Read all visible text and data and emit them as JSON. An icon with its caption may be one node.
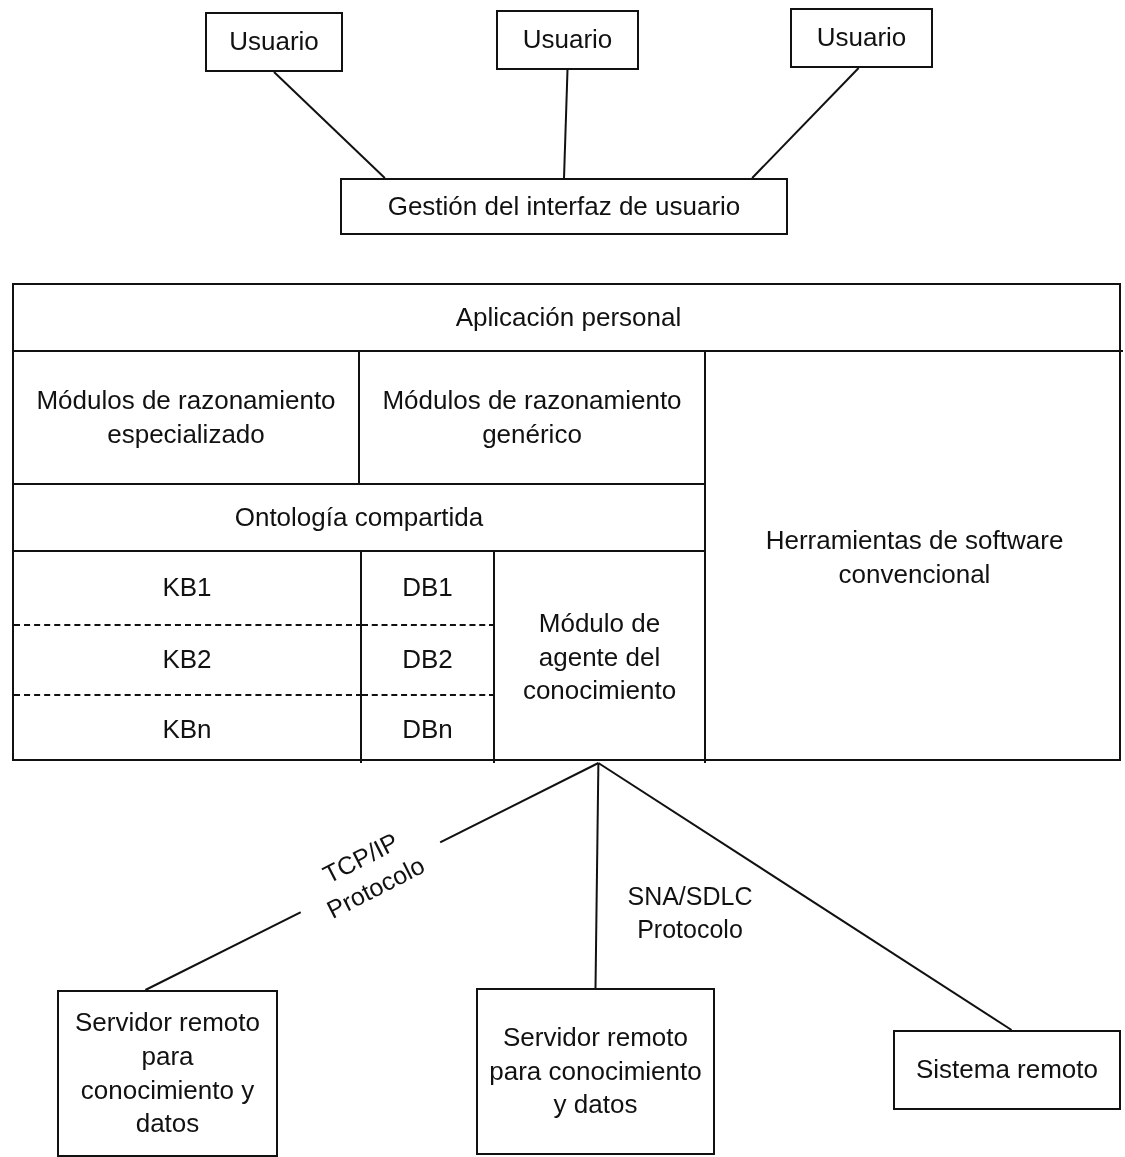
{
  "diagram": {
    "nodes": [
      {
        "text": [
          "Usuario"
        ]
      },
      {
        "text": [
          "Usuario"
        ]
      },
      {
        "text": [
          "Usuario"
        ]
      },
      {
        "text": [
          "Gestión del interfaz de usuario"
        ]
      },
      {
        "text": [],
        "shape": "box"
      },
      {
        "text": [
          "Aplicación personal"
        ],
        "in": 4
      },
      {
        "text": [
          "Módulos de razonamiento especializado"
        ],
        "in": 4
      },
      {
        "text": [
          "Módulos de razonamiento genérico"
        ],
        "in": 4
      },
      {
        "text": [
          "Herramientas de software convencional"
        ],
        "in": 4
      },
      {
        "text": [
          "Ontología compartida"
        ],
        "in": 4
      },
      {
        "text": [
          "KB1"
        ],
        "in": 4
      },
      {
        "text": [
          "DB1"
        ],
        "in": 4
      },
      {
        "text": [
          "Módulo de agente del conocimiento"
        ],
        "in": 4
      },
      {
        "text": [
          "KB2"
        ],
        "in": 4
      },
      {
        "text": [
          "DB2"
        ],
        "in": 4
      },
      {
        "text": [
          "KBn"
        ],
        "in": 4
      },
      {
        "text": [
          "DBn"
        ],
        "in": 4
      },
      {
        "text": [
          "Servidor remoto para conocimiento y datos"
        ]
      },
      {
        "text": [
          "Servidor remoto para conocimiento y datos"
        ]
      },
      {
        "text": [
          "Sistema remoto"
        ]
      }
    ],
    "edges": [
      {
        "from": 0,
        "to": 3,
        "arrow": "none"
      },
      {
        "from": 1,
        "to": 3,
        "arrow": "none"
      },
      {
        "from": 2,
        "to": 3,
        "arrow": "none"
      },
      {
        "from": 12,
        "to": 17,
        "arrow": "none",
        "label": "TCP/IP Protocolo"
      },
      {
        "from": 12,
        "to": 18,
        "arrow": "none",
        "label": "SNA/SDLC Protocolo"
      },
      {
        "from": 12,
        "to": 19,
        "arrow": "none"
      }
    ]
  }
}
